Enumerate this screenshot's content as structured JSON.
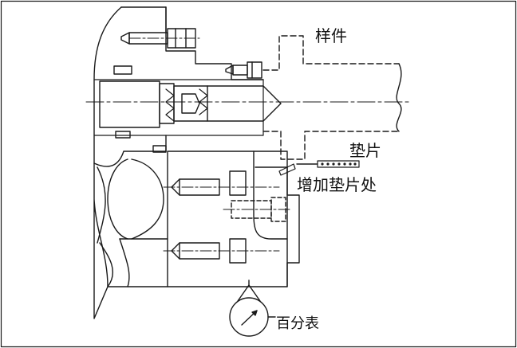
{
  "labels": {
    "sample": "样件",
    "shim": "垫片",
    "add_shim": "增加垫片处",
    "dial_indicator": "百分表"
  },
  "colors": {
    "line": "#1a1a1a",
    "background": "#ffffff"
  }
}
